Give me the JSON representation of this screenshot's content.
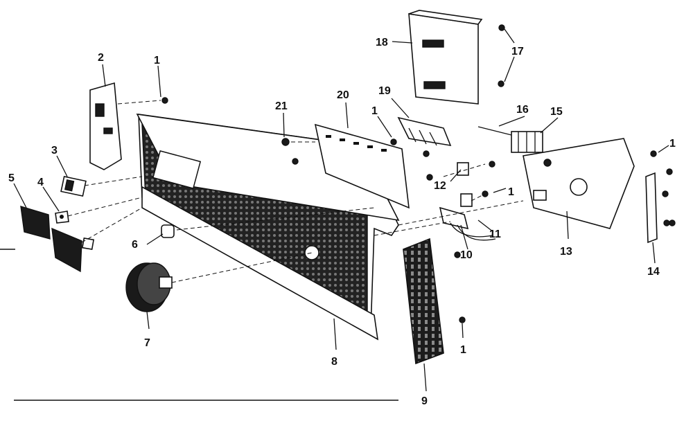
{
  "callouts": {
    "c1a": "1",
    "c1b": "1",
    "c1c": "1",
    "c1d": "1",
    "c1e": "1",
    "c2": "2",
    "c3": "3",
    "c4": "4",
    "c5": "5",
    "c6": "6",
    "c7": "7",
    "c8": "8",
    "c9": "9",
    "c10": "10",
    "c11": "11",
    "c12": "12",
    "c13": "13",
    "c14": "14",
    "c15": "15",
    "c16": "16",
    "c17": "17",
    "c18": "18",
    "c19": "19",
    "c20": "20",
    "c21": "21"
  }
}
